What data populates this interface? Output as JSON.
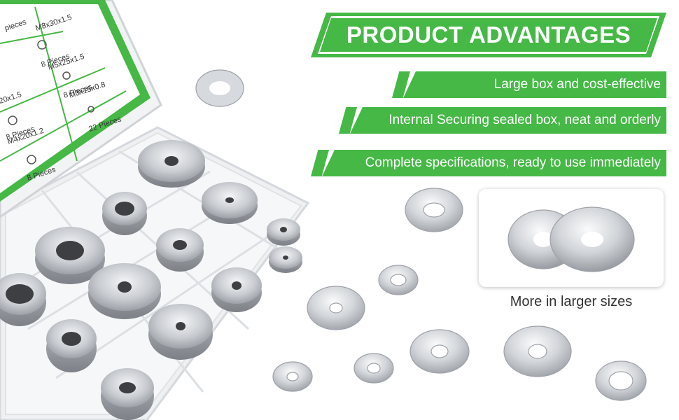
{
  "banner": {
    "title": "PRODUCT ADVANTAGES"
  },
  "features": [
    {
      "text": "Large box and cost-effective"
    },
    {
      "text": "Internal Securing sealed box, neat and orderly"
    },
    {
      "text": "Complete specifications, ready to use immediately"
    }
  ],
  "inset": {
    "caption": "More in larger sizes"
  },
  "box_lid": {
    "top_label": "pieces",
    "compartments": [
      {
        "size": "M8x30x1.5",
        "count": "8 Pieces"
      },
      {
        "size": "M5x25x1.5",
        "count": "8 Pieces"
      },
      {
        "size": "M3x15x0.8",
        "count": "22 Pieces"
      },
      {
        "size": "20x1.5",
        "count": "8 Pieces"
      },
      {
        "size": "M4x20x1.2",
        "count": "8 Pieces"
      }
    ]
  },
  "colors": {
    "accent": "#45b845",
    "text": "#333333"
  }
}
